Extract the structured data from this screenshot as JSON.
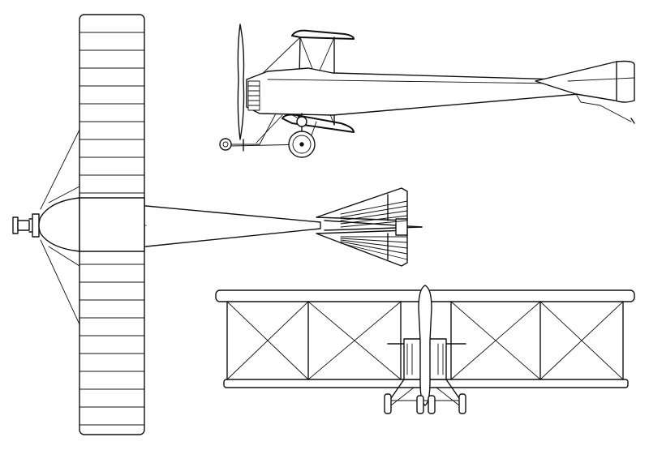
{
  "drawing": {
    "views": [
      "side-view",
      "top-view",
      "front-view"
    ],
    "colors": {
      "ink": "#111111",
      "paper": "#ffffff"
    }
  }
}
